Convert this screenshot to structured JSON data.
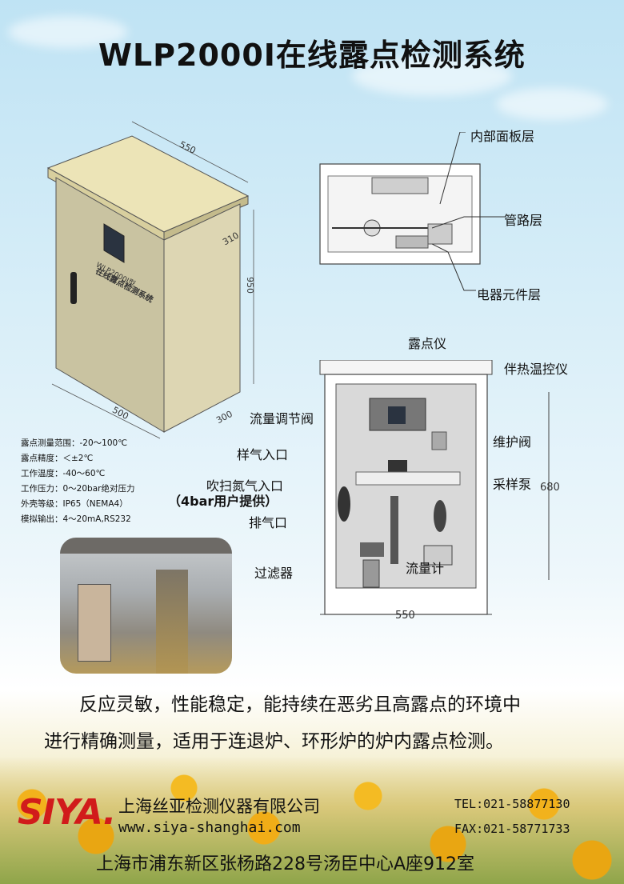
{
  "title": "WLP2000I在线露点检测系统",
  "cabinet_3d": {
    "nameplate_line1": "WLP2000I型",
    "nameplate_line2": "在线露点检测系统",
    "dim_top": "550",
    "dim_side": "310",
    "dim_height": "950",
    "dim_bottom_front": "500",
    "dim_bottom_side": "300"
  },
  "top_view_labels": {
    "inner_panel": "内部面板层",
    "pipe_layer": "管路层",
    "electrical_layer": "电器元件层"
  },
  "front_view_labels": {
    "dewpoint_meter": "露点仪",
    "heat_trace": "伴热温控仪",
    "flow_valve": "流量调节阀",
    "maint_valve": "维护阀",
    "sample_inlet": "样气入口",
    "purge_inlet": "吹扫氮气入口",
    "purge_note": "（4bar用户提供）",
    "sample_pump": "采样泵",
    "exhaust": "排气口",
    "filter": "过滤器",
    "flowmeter": "流量计",
    "dim_height": "680",
    "dim_width": "550"
  },
  "specs": [
    "露点测量范围：-20～100℃",
    "露点精度：＜±2℃",
    "工作温度：-40～60℃",
    "工作压力：0～20bar绝对压力",
    "外壳等级：IP65（NEMA4）",
    "模拟输出：4～20mA,RS232"
  ],
  "description_line1": "反应灵敏，性能稳定，能持续在恶劣且高露点的环境中",
  "description_line2": "进行精确测量，适用于连退炉、环形炉的炉内露点检测。",
  "footer": {
    "logo": "SIYA.",
    "company": "上海丝亚检测仪器有限公司",
    "website": "www.siya-shanghai.com",
    "tel": "TEL:021-58877130",
    "fax": "FAX:021-58771733",
    "address": "上海市浦东新区张杨路228号汤臣中心A座912室"
  },
  "colors": {
    "logo_red": "#d11b1b",
    "cabinet_body": "#cfc9a6",
    "cabinet_roof": "#ece4b7"
  }
}
